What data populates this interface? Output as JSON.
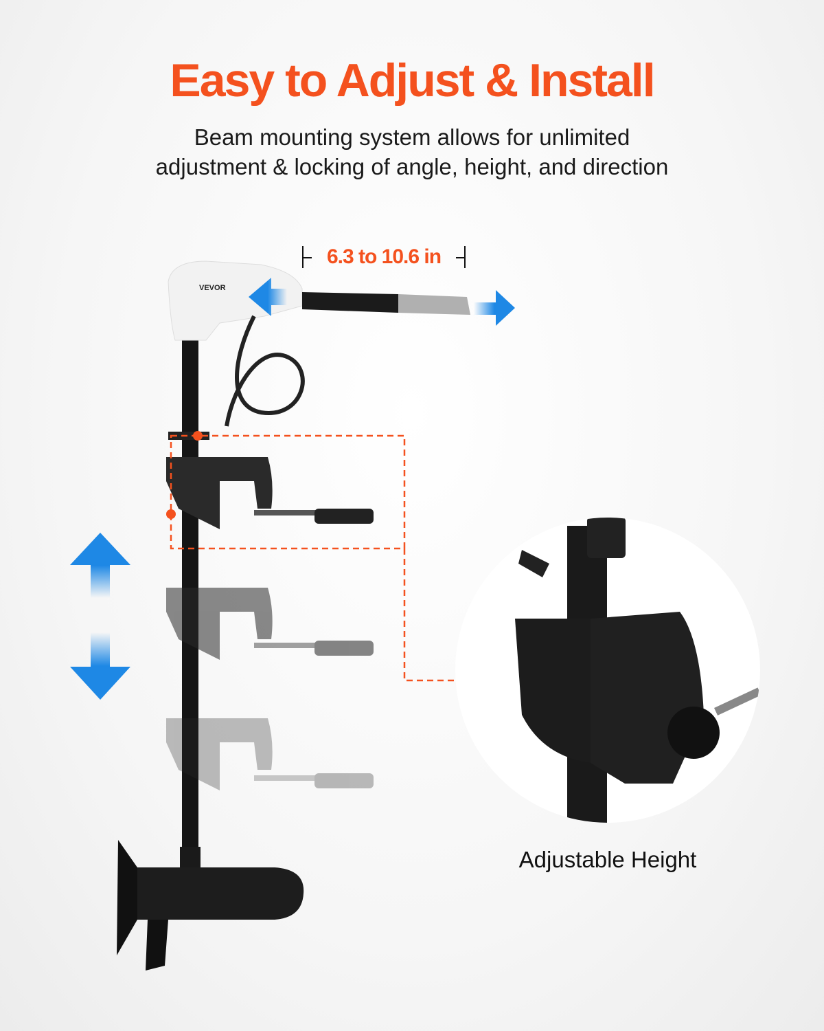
{
  "title": "Easy to Adjust & Install",
  "subtitle_line1": "Beam mounting system allows for unlimited",
  "subtitle_line2": "adjustment & locking of angle, height, and direction",
  "dimension_label": "6.3 to 10.6 in",
  "brand_logo": "VEVOR",
  "detail_caption": "Adjustable Height",
  "colors": {
    "accent": "#f4511e",
    "arrow": "#1e88e5",
    "text": "#1a1a1a"
  },
  "icons": [
    "arrow-left-icon",
    "arrow-right-icon",
    "arrow-up-icon",
    "arrow-down-icon"
  ]
}
